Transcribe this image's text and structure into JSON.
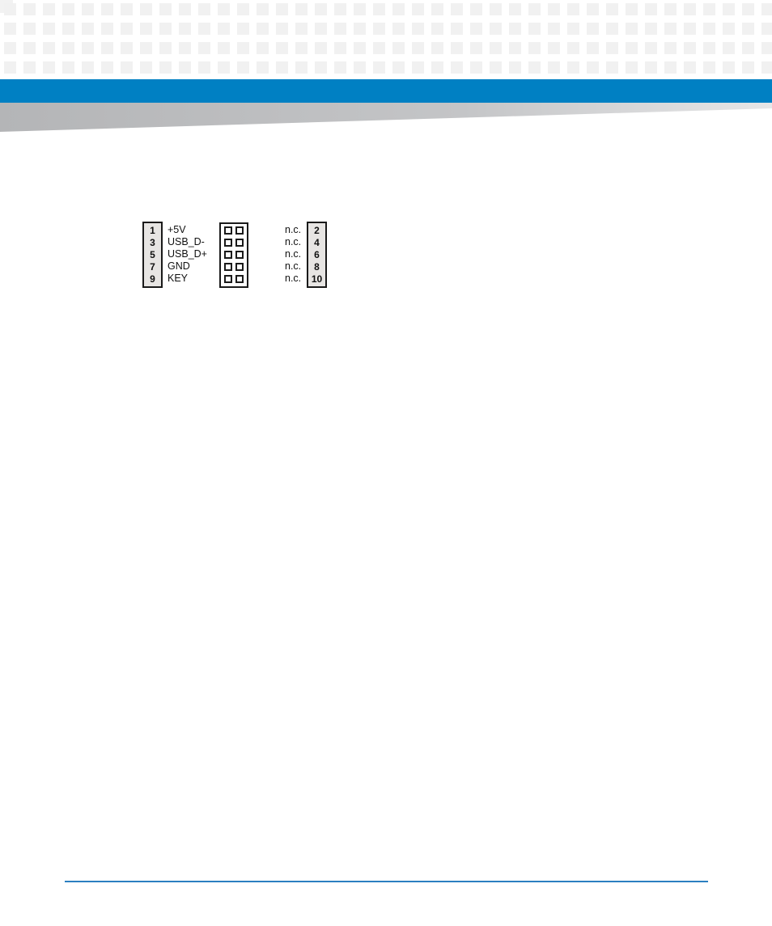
{
  "connector": {
    "left_pins": [
      {
        "pin": "1",
        "signal": "+5V"
      },
      {
        "pin": "3",
        "signal": "USB_D-"
      },
      {
        "pin": "5",
        "signal": "USB_D+"
      },
      {
        "pin": "7",
        "signal": "GND"
      },
      {
        "pin": "9",
        "signal": "KEY"
      }
    ],
    "right_pins": [
      {
        "pin": "2",
        "signal": "n.c."
      },
      {
        "pin": "4",
        "signal": "n.c."
      },
      {
        "pin": "6",
        "signal": "n.c."
      },
      {
        "pin": "8",
        "signal": "n.c."
      },
      {
        "pin": "10",
        "signal": "n.c."
      }
    ]
  },
  "colors": {
    "header_blue": "#0080c3",
    "wedge_grey": "#b8b9bb",
    "footer_rule": "#2b7fc1",
    "dot_pattern": "#f1f1f1"
  }
}
